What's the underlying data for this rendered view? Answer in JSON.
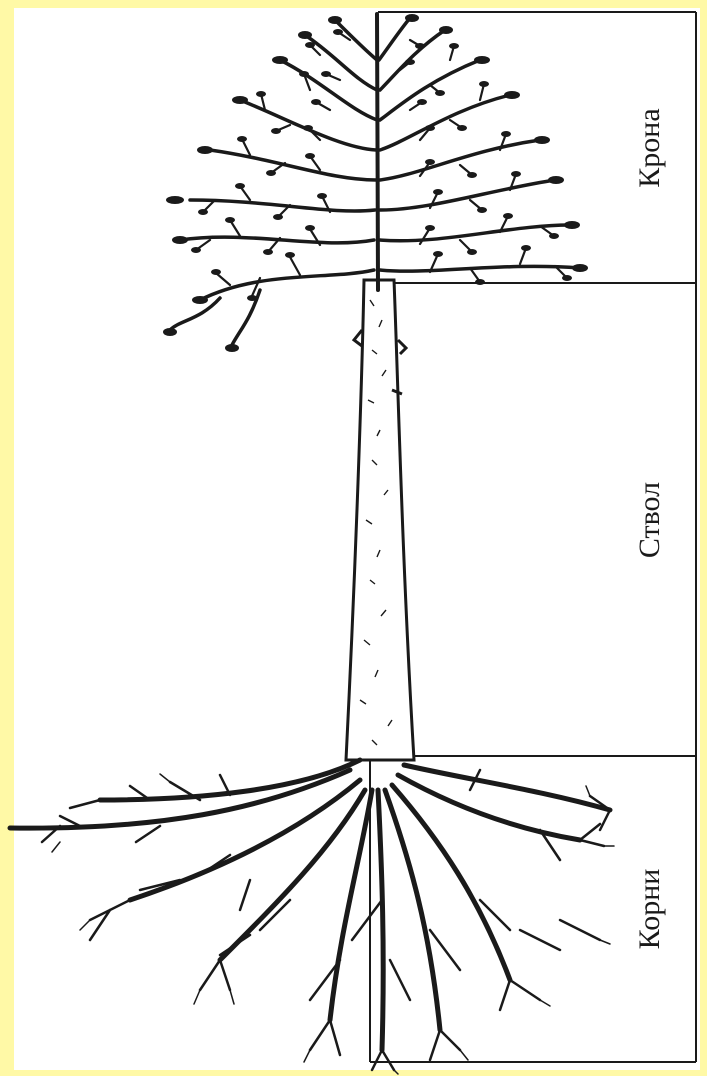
{
  "sections": [
    {
      "id": "crown",
      "label": "Крона"
    },
    {
      "id": "trunk",
      "label": "Ствол"
    },
    {
      "id": "roots",
      "label": "Корни"
    }
  ],
  "colors": {
    "background_border": "#fff9a6",
    "paper": "#ffffff",
    "ink": "#1a1a1a"
  }
}
